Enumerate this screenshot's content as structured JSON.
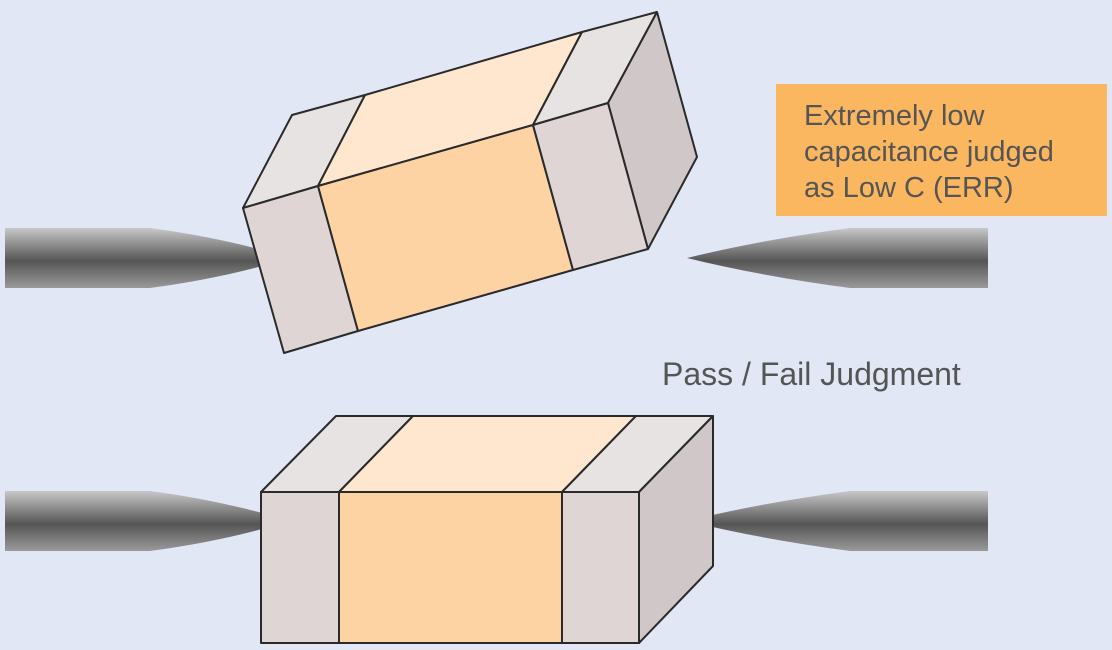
{
  "callout": {
    "lines": [
      "Extremely low",
      "capacitance judged",
      "as Low C (ERR)"
    ],
    "background": "#fbb760",
    "text_color": "#555555"
  },
  "caption": "Pass / Fail Judgment",
  "colors": {
    "background": "#e2e7f5",
    "body_front": "#fdd3a3",
    "body_top": "#fee6cf",
    "electrode_front": "#ded5d4",
    "electrode_top": "#e7e3e2",
    "side": "#d0c7c8",
    "probe_light": "#a0a0a0",
    "probe_dark": "#444444"
  },
  "icons": [
    "probe-needle-icon",
    "chip-capacitor-icon"
  ]
}
